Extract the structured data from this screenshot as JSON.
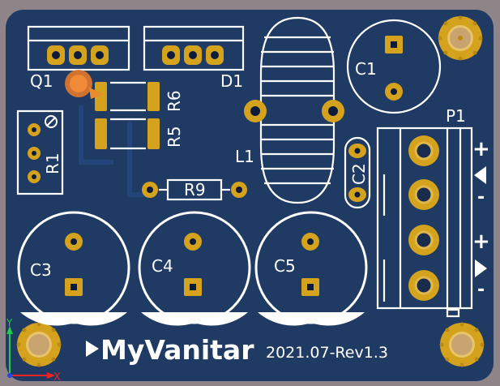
{
  "board": {
    "brand": "MyVanitar",
    "revision": "2021.07-Rev1.3",
    "colors": {
      "pcb": "#1f3b63",
      "silkscreen": "#ffffff",
      "copper": "#d4a21c",
      "background": "#8f8487",
      "highlight": "#e37a2a"
    }
  },
  "components": {
    "q1": "Q1",
    "d1": "D1",
    "r6": "R6",
    "r5": "R5",
    "r1": "R1",
    "l1": "L1",
    "c1": "C1",
    "c2": "C2",
    "p1": "P1",
    "r9": "R9",
    "c3": "C3",
    "c4": "C4",
    "c5": "C5"
  },
  "connector_polarity": {
    "plus_top": "+",
    "minus_top": "-",
    "plus_bottom": "+",
    "minus_bottom": "-"
  },
  "axes": {
    "x": "X",
    "y": "Y"
  }
}
